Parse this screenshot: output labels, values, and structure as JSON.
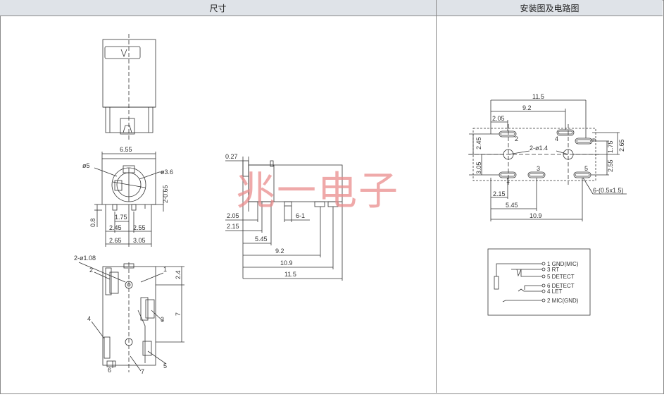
{
  "headers": {
    "left": "尺寸",
    "right": "安装图及电路图"
  },
  "watermark": "兆一电子",
  "top_view": {},
  "front_view": {
    "width_dim": "6.55",
    "phi5": "ø5",
    "phi36": "ø3.6",
    "dim_2_065": "2-0.65",
    "dim_08": "0.8",
    "dim_175": "1.75",
    "dim_245": "2.45",
    "dim_255": "2.55",
    "dim_265": "2.65",
    "dim_305": "3.05"
  },
  "bottom_view": {
    "holes": "2-ø1.08",
    "dim_24": "2.4",
    "dim_7": "7",
    "pins": [
      "1",
      "2",
      "3",
      "4",
      "5",
      "6",
      "7"
    ]
  },
  "side_view": {
    "dim_027": "0.27",
    "dim_205": "2.05",
    "dim_215": "2.15",
    "dim_61": "6-1",
    "dim_545": "5.45",
    "dim_92": "9.2",
    "dim_109": "10.9",
    "dim_115": "11.5"
  },
  "pcb_layout": {
    "dim_115": "11.5",
    "dim_92": "9.2",
    "dim_205": "2.05",
    "dim_245": "2.45",
    "dim_305": "3.05",
    "dim_175": "1.75",
    "dim_265": "2.65",
    "dim_255": "2.55",
    "hole": "2-ø1.4",
    "dim_215": "2.15",
    "dim_545": "5.45",
    "dim_109": "10.9",
    "slots": "6-(0.5x1.5)",
    "pins": [
      "1",
      "2",
      "3",
      "4",
      "5",
      "6"
    ]
  },
  "circuit": {
    "lines": [
      "1 GND(MIC)",
      "3 RT",
      "5 DETECT",
      "6 DETECT",
      "4 LET",
      "2 MIC(GND)"
    ]
  }
}
